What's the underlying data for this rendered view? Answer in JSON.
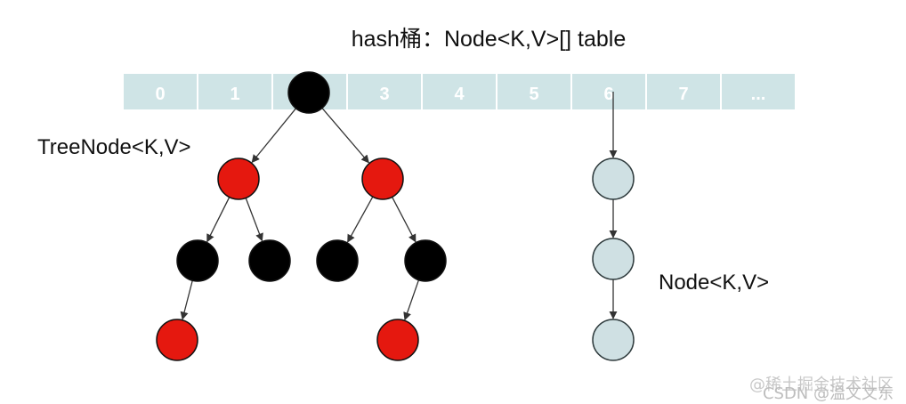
{
  "title": "hash桶：Node<K,V>[] table",
  "tree_label": "TreeNode<K,V>",
  "list_label": "Node<K,V>",
  "table_cells": [
    "0",
    "1",
    "",
    "3",
    "4",
    "5",
    "6",
    "7",
    "..."
  ],
  "watermarks": {
    "line1": "@稀土掘金技术社区",
    "line2": "CSDN @温文文东"
  },
  "colors": {
    "table_fill": "#cfe4e6",
    "red_node": "#e5180f",
    "black_node": "#000000",
    "list_node": "#cfe0e3",
    "edge": "#333333"
  }
}
